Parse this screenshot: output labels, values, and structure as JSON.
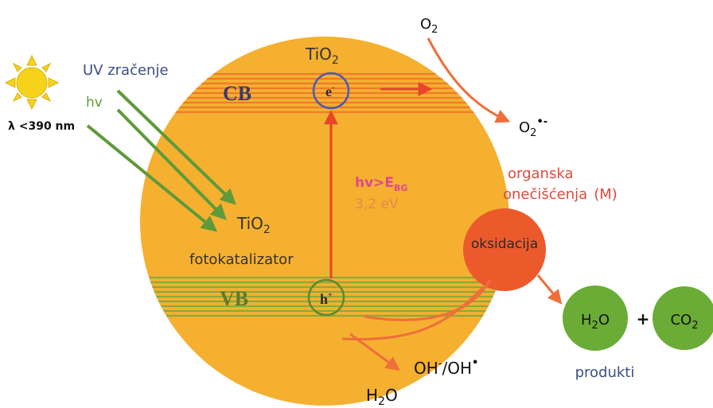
{
  "colors": {
    "sphere": "#f5b030",
    "band_orange": "#f07a2a",
    "band_green": "#8ea83a",
    "arrow_red": "#e8452a",
    "arrow_orange": "#ef6e3a",
    "arrow_green": "#5e9a3a",
    "oxidation_ball": "#ec5a2c",
    "product_ball": "#6aac36",
    "title_blue": "#3d4f80",
    "energy_pink": "#e0488a",
    "energy_orange": "#e8884a",
    "label_red": "#e04a3a",
    "sun": "#f7d21a"
  },
  "labels": {
    "sun_icon": "sun-icon",
    "uv": "UV zračenje",
    "hv": "hv",
    "lambda": "λ <390 nm",
    "tio2_top_base": "TiO",
    "tio2_top_sub": "2",
    "cb": "CB",
    "electron_base": "e",
    "electron_sup": "-",
    "o2_base": "O",
    "o2_sub": "2",
    "o2rad_base": "O",
    "o2rad_sub": "2",
    "o2rad_sup": "•-",
    "energy_hv": "hv>E",
    "energy_sub": "BG",
    "energy_ev": "3,2 eV",
    "organic_1": "organska",
    "organic_2": "onečišćenja",
    "organic_m": "(M)",
    "tio2_mid_base": "TiO",
    "tio2_mid_sub": "2",
    "fotokatalizator": "fotokatalizator",
    "oksidacija": "oksidacija",
    "vb": "VB",
    "hole_base": "h",
    "hole_sup": "+",
    "h2o_prod_base": "H",
    "h2o_prod_sub": "2",
    "h2o_prod_end": "O",
    "plus": "+",
    "co2_base": "CO",
    "co2_sub": "2",
    "produkti": "produkti",
    "oh_1": "OH",
    "oh_sup1": "-",
    "oh_2": "/OH",
    "oh_sup2": "•",
    "h2o_bottom_base": "H",
    "h2o_bottom_sub": "2",
    "h2o_bottom_end": "O"
  }
}
